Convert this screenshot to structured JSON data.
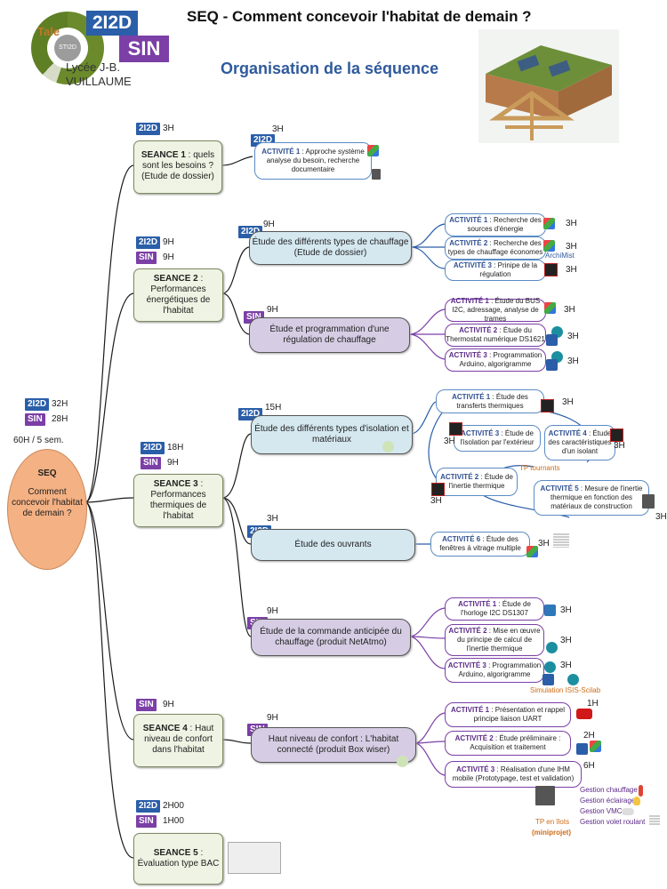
{
  "header": {
    "title": "SEQ - Comment concevoir l'habitat de demain ?",
    "subtitle": "Organisation de la séquence"
  },
  "logo": {
    "tale": "Tale",
    "inner": "STI2D",
    "badge_2i2d": "2I2D",
    "badge_sin": "SIN",
    "school_line1": "Lycée J-B.",
    "school_line2": "VUILLAUME"
  },
  "central": {
    "badge_2i2d": "2I2D",
    "hours_2i2d": "32H",
    "badge_sin": "SIN",
    "hours_sin": "28H",
    "total": "60H / 5 sem.",
    "seq": "SEQ",
    "text": "Comment concevoir l'habitat de demain ?"
  },
  "seances": [
    {
      "label": "SEANCE 1",
      "text": " : quels sont les besoins ? (Etude de dossier)",
      "badge_2i2d_hours": "3H"
    },
    {
      "label": "SEANCE 2",
      "text": " : Performances énergétiques de l'habitat",
      "badge_2i2d_hours": "9H",
      "badge_sin_hours": "9H"
    },
    {
      "label": "SEANCE 3",
      "text": " : Performances thermiques de l'habitat",
      "badge_2i2d_hours": "18H",
      "badge_sin_hours": "9H"
    },
    {
      "label": "SEANCE 4",
      "text": " : Haut niveau de confort dans l'habitat",
      "badge_sin_hours": "9H"
    },
    {
      "label": "SEANCE 5",
      "text": " : Évaluation type BAC",
      "badge_2i2d_hours": "2H00",
      "badge_sin_hours": "1H00"
    }
  ],
  "themes": [
    {
      "badge": "2I2D",
      "hours": "3H",
      "text": ""
    },
    {
      "badge": "2I2D",
      "hours": "9H",
      "text": "Étude des différents types de chauffage (Etude de dossier)"
    },
    {
      "badge": "SIN",
      "hours": "9H",
      "text": "Étude et programmation d'une régulation de chauffage"
    },
    {
      "badge": "2I2D",
      "hours": "15H",
      "text": "Étude des différents types d'isolation et matériaux"
    },
    {
      "badge": "2I2D",
      "hours": "3H",
      "text": "Étude des ouvrants"
    },
    {
      "badge": "SIN",
      "hours": "9H",
      "text": "Étude de la commande anticipée du chauffage (produit NetAtmo)"
    },
    {
      "badge": "SIN",
      "hours": "9H",
      "text": "Haut niveau de confort : L'habitat connecté (produit Box wiser)"
    }
  ],
  "activities": [
    {
      "label": "ACTIVITÉ 1",
      "text": " : Approche système analyse du besoin, recherche documentaire",
      "hours": ""
    },
    {
      "label": "ACTIVITÉ 1",
      "text": " : Recherche des sources d'énergie",
      "hours": "3H"
    },
    {
      "label": "ACTIVITÉ 2",
      "text": " : Recherche des types de chauffage économes",
      "hours": "3H"
    },
    {
      "label": "ACTIVITÉ 3",
      "text": " : Prinipe de la régulation",
      "hours": "3H"
    },
    {
      "label": "ACTIVITÉ 1",
      "text": " : Étude du BUS I2C, adressage, analyse de trames",
      "hours": "3H"
    },
    {
      "label": "ACTIVITÉ 2",
      "text": " : Étude du Thermostat numérique DS1621",
      "hours": "3H"
    },
    {
      "label": "ACTIVITÉ 3",
      "text": " : Programmation Arduino, algorigramme",
      "hours": "3H"
    },
    {
      "label": "ACTIVITÉ 1",
      "text": " : Étude des transferts thermiques",
      "hours": "3H"
    },
    {
      "label": "ACTIVITÉ 3",
      "text": " : Étude de l'isolation par l'extérieur",
      "hours": "3H"
    },
    {
      "label": "ACTIVITÉ 4",
      "text": " : Étude des caractéristiques d'un isolant",
      "hours": "3H"
    },
    {
      "label": "ACTIVITÉ 2",
      "text": " : Étude de l'inertie thermique",
      "hours": "3H"
    },
    {
      "label": "ACTIVITÉ 5",
      "text": " : Mesure de l'inertie thermique en fonction des matériaux de construction",
      "hours": "3H"
    },
    {
      "label": "ACTIVITÉ 6",
      "text": " : Étude des fenêtres à vitrage multiple",
      "hours": "3H"
    },
    {
      "label": "ACTIVITÉ 1",
      "text": " : Étude de l'horloge I2C DS1307",
      "hours": "3H"
    },
    {
      "label": "ACTIVITÉ 2",
      "text": " : Mise en œuvre du principe de calcul de l'inertie thermique",
      "hours": "3H"
    },
    {
      "label": "ACTIVITÉ 3",
      "text": " : Programmation Arduino, algorigramme",
      "hours": "3H"
    },
    {
      "label": "ACTIVITÉ 1",
      "text": " : Présentation et rappel principe liaison UART",
      "hours": "1H"
    },
    {
      "label": "ACTIVITÉ 2",
      "text": " : Étude préliminaire : Acquisition et traitement",
      "hours": "2H"
    },
    {
      "label": "ACTIVITÉ 3",
      "text": " : Réalisation d'une IHM mobile (Prototypage, test et validation)",
      "hours": "6H"
    }
  ],
  "notes": {
    "tp_tournants": "TP tournants",
    "archimist": "ArchiMist",
    "simulation": "Simulation ISIS-Scilab",
    "tp_ilots": "TP en îlots",
    "miniprojet": "(miniprojet)"
  },
  "gestion": [
    "Gestion chauffage",
    "Gestion éclairage",
    "Gestion VMC",
    "Gestion volet roulant"
  ],
  "colors": {
    "blue_badge": "#2a5ea8",
    "sin_badge": "#7b3fa6",
    "center": "#f4b183",
    "seance_bg": "#eef3e3",
    "theme_blue": "#d5e8f0",
    "theme_purple": "#d6cde4"
  }
}
